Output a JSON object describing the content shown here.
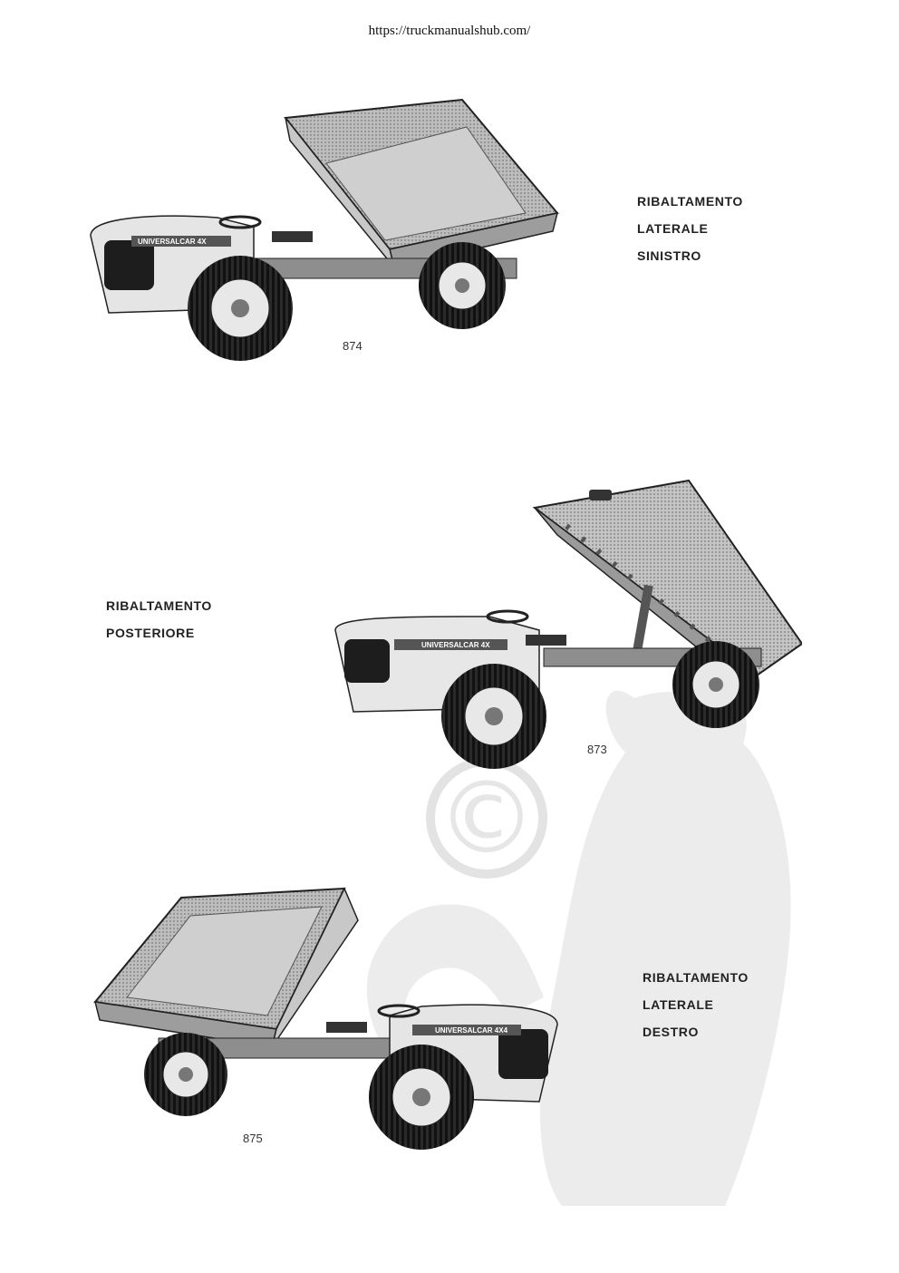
{
  "header": {
    "url": "https://truckmanualshub.com/"
  },
  "figures": [
    {
      "number": "874",
      "caption_lines": [
        "RIBALTAMENTO",
        "LATERALE",
        "SINISTRO"
      ],
      "badge": "UNIVERSALCAR 4X"
    },
    {
      "number": "873",
      "caption_lines": [
        "RIBALTAMENTO",
        "POSTERIORE"
      ],
      "badge": "UNIVERSALCAR 4X"
    },
    {
      "number": "875",
      "caption_lines": [
        "RIBALTAMENTO",
        "LATERALE",
        "DESTRO"
      ],
      "badge": "UNIVERSALCAR 4X4"
    }
  ],
  "watermark": {
    "symbol": "©",
    "color": "#e6e6e6"
  }
}
